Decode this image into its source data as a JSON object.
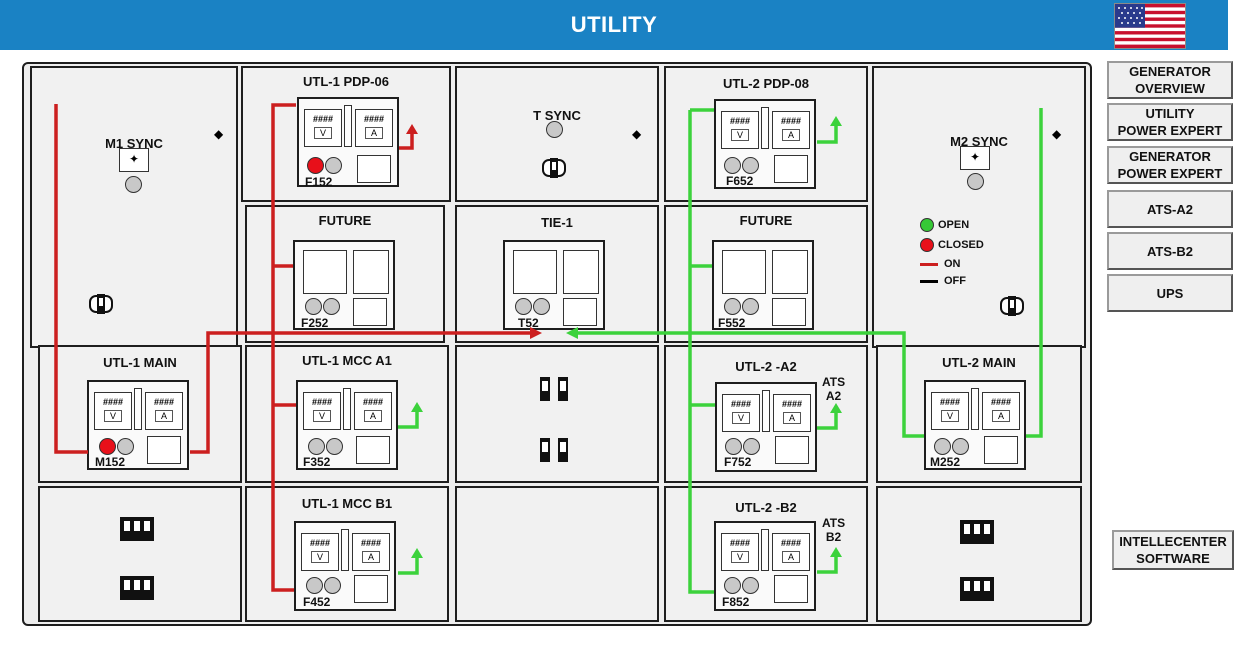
{
  "header": {
    "title": "UTILITY"
  },
  "colors": {
    "on": "#cc1f1f",
    "off": "#000000",
    "open": "#36c836",
    "closed": "#e8101a",
    "title_bar": "#1a82c4"
  },
  "cells": {
    "m1_sync": "M1 SYNC",
    "utl1_pdp": "UTL-1 PDP-06",
    "t_sync": "T SYNC",
    "utl2_pdp": "UTL-2 PDP-08",
    "m2_sync": "M2 SYNC",
    "future_1": "FUTURE",
    "tie": "TIE-1",
    "future_2": "FUTURE",
    "utl1_main": "UTL-1 MAIN",
    "utl1_mcc_a1": "UTL-1 MCC A1",
    "utl2_a2": "UTL-2 -A2",
    "ats_a2": "ATS\nA2",
    "utl2_main": "UTL-2 MAIN",
    "utl1_mcc_b1": "UTL-1 MCC B1",
    "utl2_b2": "UTL-2 -B2",
    "ats_b2": "ATS\nB2"
  },
  "units": {
    "f152": "F152",
    "f652": "F652",
    "f252": "F252",
    "t52": "T52",
    "f552": "F552",
    "m152": "M152",
    "f352": "F352",
    "f752": "F752",
    "m252": "M252",
    "f452": "F452",
    "f852": "F852"
  },
  "meter": {
    "hash": "####",
    "volt": "V",
    "amp": "A"
  },
  "legend": {
    "open": "OPEN",
    "closed": "CLOSED",
    "on": "ON",
    "off": "OFF"
  },
  "buttons": {
    "generator_overview": "GENERATOR\nOVERVIEW",
    "utility_power_expert": "UTILITY\nPOWER EXPERT",
    "generator_power_expert": "GENERATOR\nPOWER EXPERT",
    "ats_a2": "ATS-A2",
    "ats_b2": "ATS-B2",
    "ups": "UPS",
    "intellecenter": "INTELLECENTER\nSOFTWARE"
  }
}
